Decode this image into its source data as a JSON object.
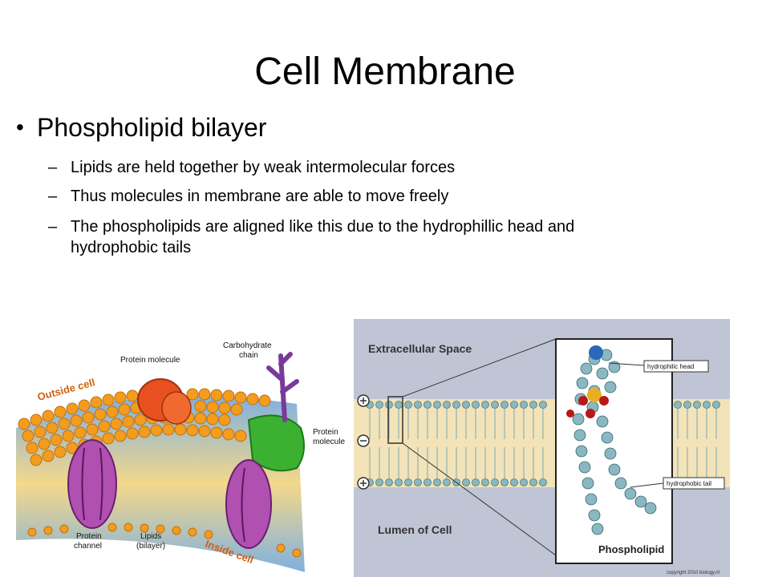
{
  "slide": {
    "title": "Cell Membrane",
    "bullet": "Phospholipid bilayer",
    "subpoints": [
      "Lipids are held together by weak intermolecular forces",
      "Thus molecules in membrane are able to move freely",
      "The phospholipids are aligned like this due to the hydrophillic head and hydrophobic tails"
    ]
  },
  "figure_left": {
    "outside": "Outside cell",
    "inside": "Inside cell",
    "protein_top": "Protein molecule",
    "carbohydrate_1": "Carbohydrate",
    "carbohydrate_2": "chain",
    "protein_right_1": "Protein",
    "protein_right_2": "molecule",
    "channel_1": "Protein",
    "channel_2": "channel",
    "lipids_1": "Lipids",
    "lipids_2": "(bilayer)"
  },
  "figure_right": {
    "extracellular": "Extracellular Space",
    "lumen": "Lumen of Cell",
    "head_label": "hydrophilic head",
    "tail_label": "hydrophobic tail",
    "phospholipid": "Phospholipid",
    "copyright": "copyright 2010 biology.nl"
  },
  "colors": {
    "lipid_head": "#f39c1e",
    "protein_red": "#e85020",
    "protein_green": "#3cb030",
    "channel_purple": "#b050b0",
    "carbohydrate": "#7a3a9a",
    "panel_bg": "#bfc4d4",
    "band": "#f3e3b8"
  }
}
